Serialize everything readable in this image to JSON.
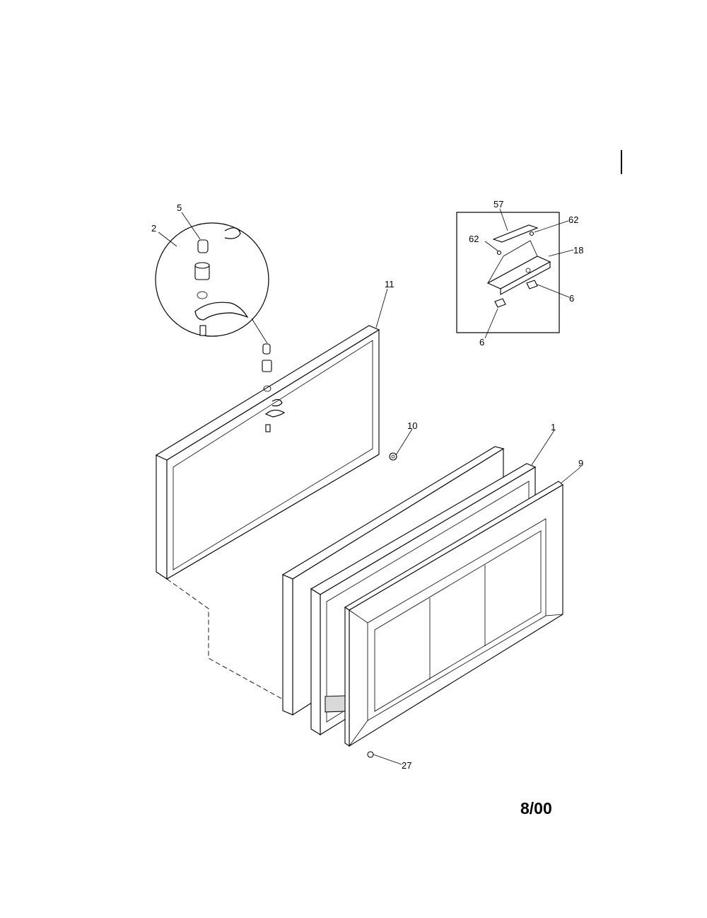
{
  "callouts": {
    "c1": "1",
    "c2": "2",
    "c5": "5",
    "c6a": "6",
    "c6b": "6",
    "c9": "9",
    "c10": "10",
    "c11": "11",
    "c18": "18",
    "c27": "27",
    "c57": "57",
    "c62a": "62",
    "c62b": "62"
  },
  "footer": {
    "date": "8/00"
  }
}
